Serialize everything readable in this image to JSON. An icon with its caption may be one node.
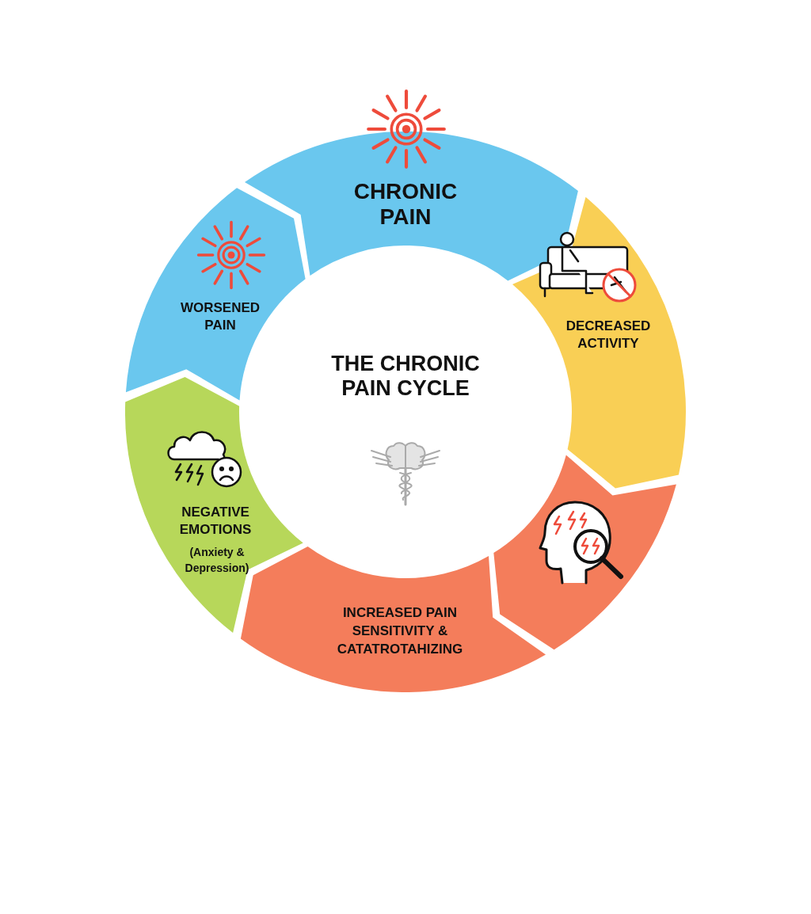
{
  "diagram": {
    "title": "THE CHRONIC PAIN CYCLE",
    "nodes": [
      {
        "text": [
          "CHRONIC PAIN"
        ]
      },
      {
        "text": [
          "DECREASED ACTIVITY"
        ]
      },
      {
        "text": [],
        "shape": "arrow"
      },
      {
        "text": [
          "INCREASED PAIN SENSITIVITY & CATATROTAHIZING"
        ]
      },
      {
        "text": [
          "NEGATIVE EMOTIONS",
          "(Anxiety & Depression)"
        ]
      },
      {
        "text": [
          "WORSENED PAIN"
        ]
      }
    ]
  }
}
